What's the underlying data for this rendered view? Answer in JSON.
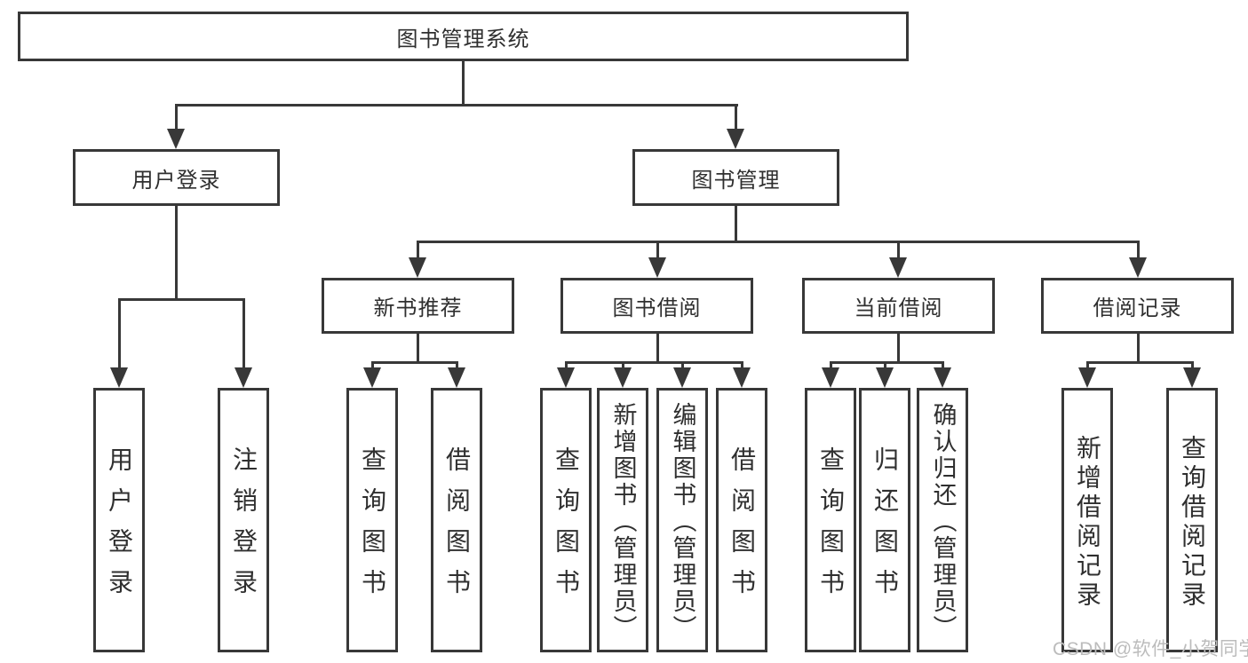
{
  "diagram": {
    "type": "tree",
    "root": {
      "label": "图书管理系统"
    },
    "branches": [
      {
        "label": "用户登录",
        "children": [
          {
            "label": "用户登录"
          },
          {
            "label": "注销登录"
          }
        ]
      },
      {
        "label": "图书管理",
        "children": [
          {
            "label": "新书推荐",
            "children": [
              {
                "label": "查询图书"
              },
              {
                "label": "借阅图书"
              }
            ]
          },
          {
            "label": "图书借阅",
            "children": [
              {
                "label": "查询图书"
              },
              {
                "label": "新增图书（管理员）"
              },
              {
                "label": "编辑图书（管理员）"
              },
              {
                "label": "借阅图书"
              }
            ]
          },
          {
            "label": "当前借阅",
            "children": [
              {
                "label": "查询图书"
              },
              {
                "label": "归还图书"
              },
              {
                "label": "确认归还（管理员）"
              }
            ]
          },
          {
            "label": "借阅记录",
            "children": [
              {
                "label": "新增借阅记录"
              },
              {
                "label": "查询借阅记录"
              }
            ]
          }
        ]
      }
    ]
  },
  "watermark": {
    "text": "CSDN @软件_小贺同学",
    "color": "#bcbcbc"
  },
  "colors": {
    "line": "#383838",
    "box_border": "#383838",
    "text": "#2f2f2f",
    "background": "#ffffff"
  }
}
